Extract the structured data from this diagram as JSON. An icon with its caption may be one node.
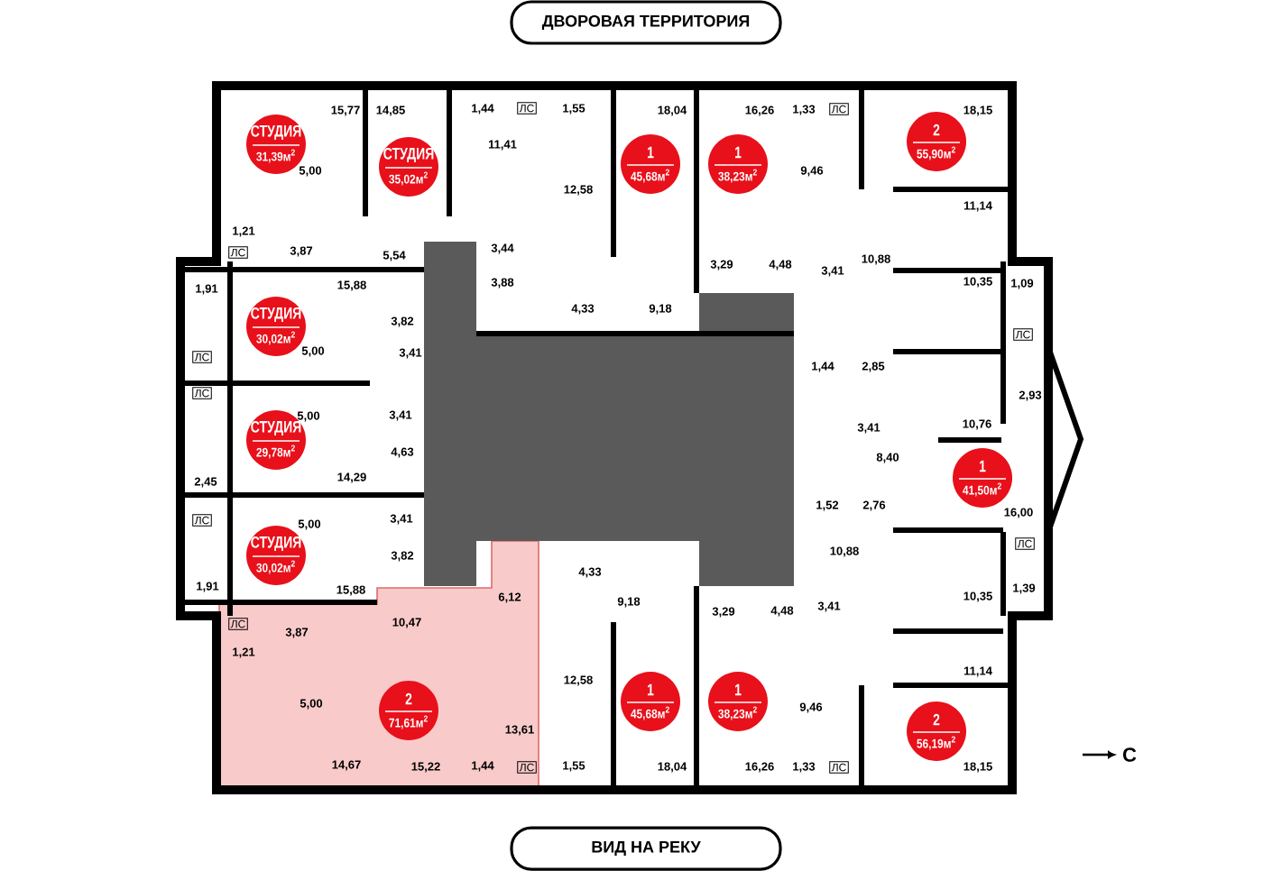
{
  "diagram": {
    "nodes": [
      {
        "text": [
          "ДВОРОВАЯ ТЕРРИТОРИЯ"
        ]
      },
      {
        "text": [
          "СТУДИЯ",
          "31,39м$^{2}$"
        ]
      },
      {
        "text": [
          "СТУДИЯ",
          "35,02м$^{2}$"
        ]
      },
      {
        "text": [
          "1",
          "45,68м$^{2}$"
        ]
      },
      {
        "text": [
          "1",
          "38,23м$^{2}$"
        ]
      },
      {
        "text": [
          "2",
          "55,90м$^{2}$"
        ]
      },
      {
        "text": [
          "СТУДИЯ",
          "30,02м$^{2}$"
        ]
      },
      {
        "text": [
          "СТУДИЯ",
          "29,78м$^{2}$"
        ]
      },
      {
        "text": [
          "1",
          "41,50м$^{2}$"
        ]
      },
      {
        "text": [
          "СТУДИЯ",
          "30,02м$^{2}$"
        ]
      },
      {
        "text": [
          "2",
          "71,61м$^{2}$"
        ]
      },
      {
        "text": [
          "1",
          "45,68м$^{2}$"
        ]
      },
      {
        "text": [
          "1",
          "38,23м$^{2}$"
        ]
      },
      {
        "text": [
          "2",
          "56,19м$^{2}$"
        ]
      },
      {
        "text": [
          "ВИД НА РЕКУ"
        ]
      }
    ],
    "labels": [
      "15,77",
      "14,85",
      "1,44",
      "ЛС",
      "1,55",
      "18,04",
      "16,26",
      "1,33",
      "ЛС",
      "18,15",
      "11,41",
      "5,00",
      "12,58",
      "9,46",
      "11,14",
      "1,21",
      "ЛС",
      "3,87",
      "5,54",
      "3,44",
      "10,88",
      "3,29",
      "4,48",
      "3,41",
      "3,88",
      "10,35",
      "1,09",
      "1,91",
      "15,88",
      "4,33",
      "9,18",
      "3,82",
      "5,00",
      "ЛС",
      "3,41",
      "ЛС",
      "1,44",
      "2,85",
      "ЛС",
      "2,93",
      "5,00",
      "3,41",
      "3,41",
      "10,76",
      "4,63",
      "8,40",
      "14,29",
      "2,45",
      "1,52",
      "2,76",
      "16,00",
      "ЛС",
      "3,41",
      "5,00",
      "ЛС",
      "10,88",
      "3,82",
      "4,33",
      "1,91",
      "15,88",
      "10,35",
      "1,39",
      "6,12",
      "9,18",
      "3,29",
      "4,48",
      "ЛС",
      "10,47",
      "3,87",
      "3,41",
      "1,21",
      "11,14",
      "12,58",
      "5,00",
      "9,46",
      "13,61",
      "14,67",
      "15,22",
      "1,44",
      "ЛС",
      "1,55",
      "18,04",
      "16,26",
      "1,33",
      "ЛС",
      "18,15",
      "С"
    ]
  }
}
